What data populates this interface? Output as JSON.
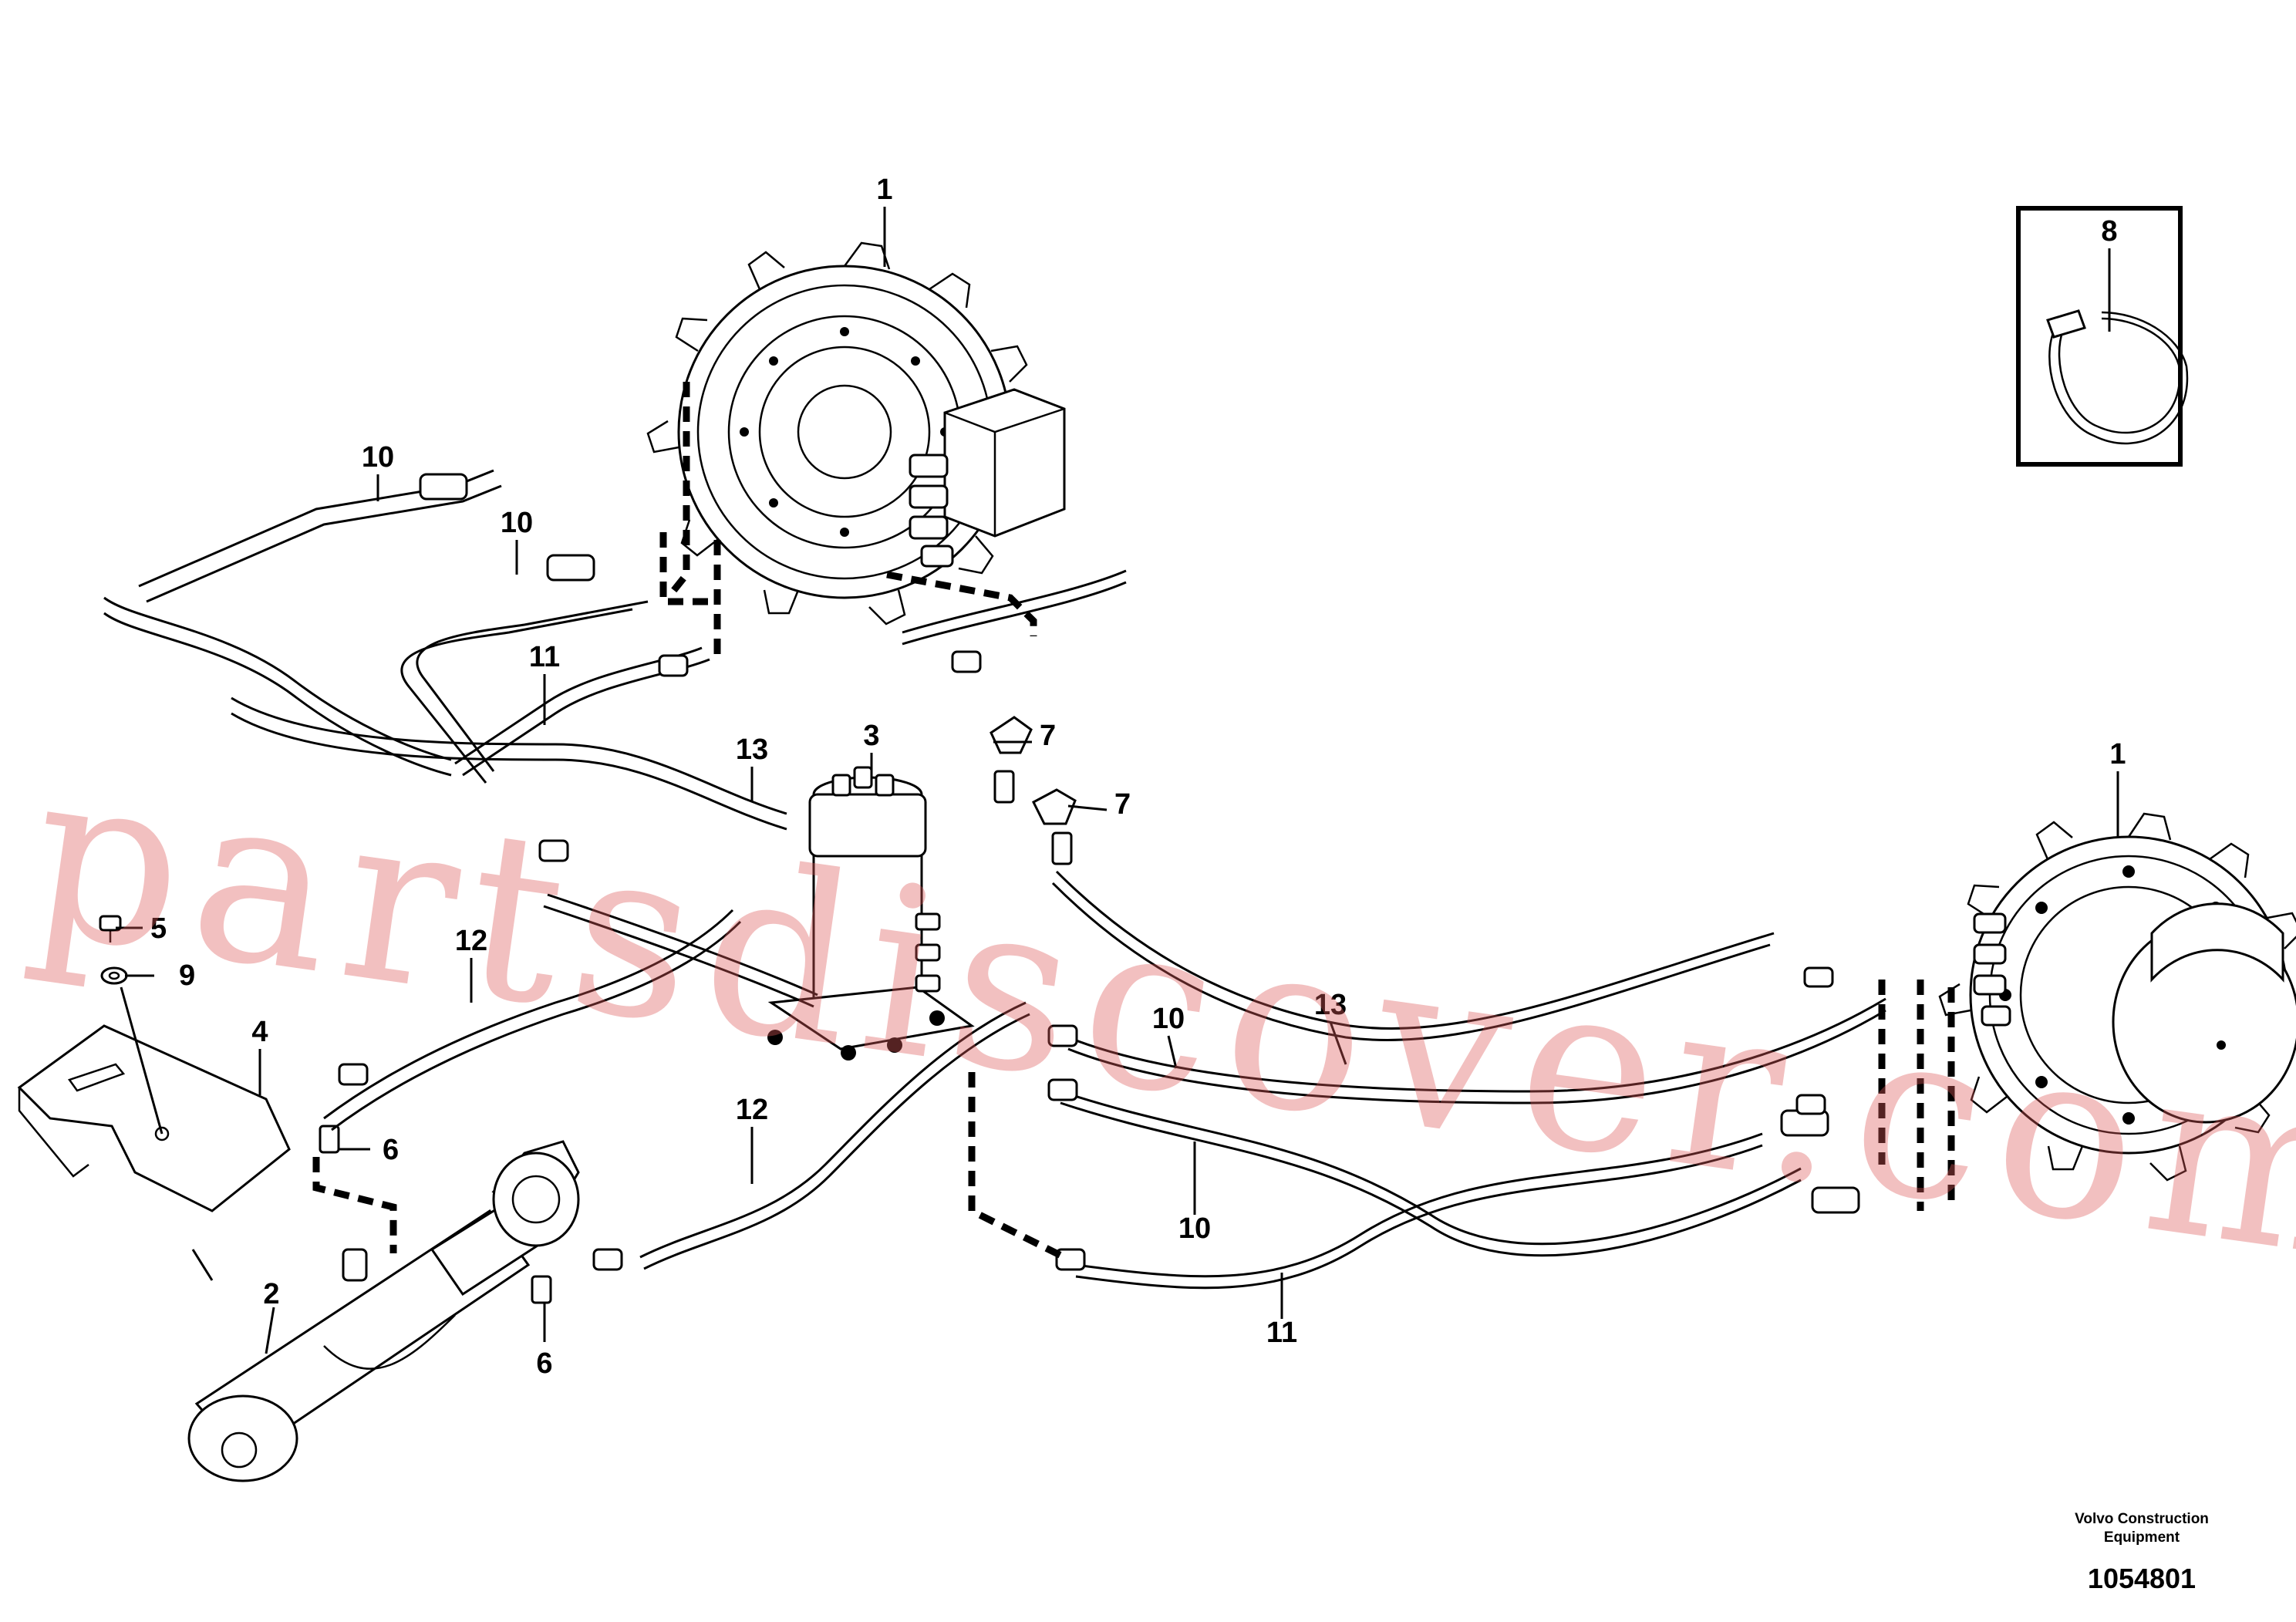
{
  "callouts": {
    "c1_top": "1",
    "c1_right": "1",
    "c2": "2",
    "c3": "3",
    "c4": "4",
    "c5": "5",
    "c6_a": "6",
    "c6_b": "6",
    "c7_a": "7",
    "c7_b": "7",
    "c8": "8",
    "c9": "9",
    "c10_a": "10",
    "c10_b": "10",
    "c10_c": "10",
    "c10_d": "10",
    "c11_a": "11",
    "c11_b": "11",
    "c12_a": "12",
    "c12_b": "12",
    "c13_a": "13",
    "c13_b": "13"
  },
  "watermark": "partsdiscover.com",
  "footer": {
    "manufacturer_line1": "Volvo Construction",
    "manufacturer_line2": "Equipment",
    "figure_number": "1054801"
  }
}
